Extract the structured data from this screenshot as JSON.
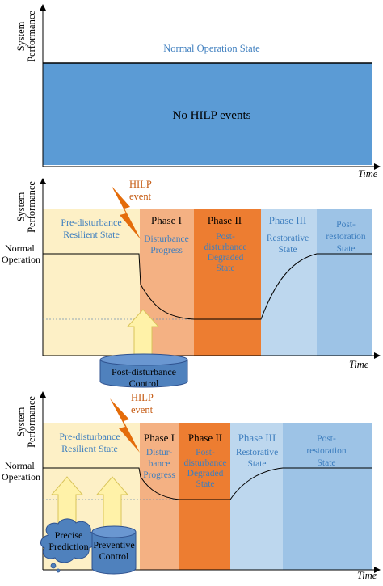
{
  "colors": {
    "blue": "#5b9bd5",
    "pale_yellow": "#fdf0c6",
    "phase1": "#f4b183",
    "phase2": "#ed7d31",
    "phase3": "#bdd7ee",
    "post": "#9dc3e6",
    "text_blue": "#3f7fbf",
    "text_orange": "#c55a11",
    "bolt": "#e46c0a",
    "arrow": "#fff2a8",
    "cyl": "#4f81bd",
    "cloud": "#4f81bd"
  },
  "panel1": {
    "ylabel": "System Performance",
    "xlabel": "Time",
    "normal_state": "Normal Operation State",
    "no_events": "No HILP events"
  },
  "panel2": {
    "ylabel": "System Performance",
    "xlabel": "Time",
    "normal_op": "Normal Operation",
    "hilp": "HILP event",
    "pre": "Pre-disturbance Resilient State",
    "phase1_title": "Phase I",
    "phase1_body": "Disturbance Progress",
    "phase2_title": "Phase II",
    "phase2_body": "Post-disturbance Degraded State",
    "phase3_title": "Phase III",
    "phase3_body": "Restorative State",
    "post": "Post-restoration State",
    "control": "Post-disturbance Control"
  },
  "panel3": {
    "ylabel": "System Performance",
    "xlabel": "Time",
    "normal_op": "Normal Operation",
    "hilp": "HILP event",
    "pre": "Pre-disturbance Resilient State",
    "phase1_title": "Phase I",
    "phase1_body": "Disturbance Progress",
    "phase2_title": "Phase II",
    "phase2_body": "Post-disturbance Degraded State",
    "phase3_title": "Phase III",
    "phase3_body": "Restorative State",
    "post": "Post-restoration State",
    "prediction": "Precise Prediction",
    "preventive": "Preventive Control"
  }
}
